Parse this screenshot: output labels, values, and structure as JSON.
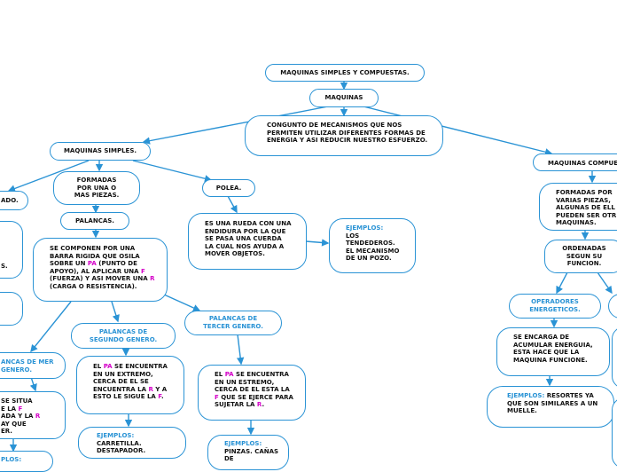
{
  "root": "MAQUINAS SIMPLES Y COMPUESTAS.",
  "maquinas": "MAQUINAS",
  "definicion": "CONGUNTO DE MECANISMOS QUE NOS PERMITEN UTILIZAR DIFERENTES FORMAS DE ENERGIA Y ASI REDUCIR NUESTRO ESFUERZO.",
  "simples": {
    "title": "MAQUINAS SIMPLES.",
    "formadas": "FORMADAS POR UNA O MAS PIEZAS.",
    "palancas": "PALANCAS.",
    "palancas_def": {
      "t1": "SE COMPONEN POR UNA BARRA RIGIDA QUE OSILA SOBRE UN ",
      "pa": "PA",
      "t2": " (PUNTO DE APOYO), AL APLICAR UNA ",
      "f": "F",
      "t3": " (FUERZA) Y ASI MOVER UNA ",
      "r": "R",
      "t4": " (CARGA O RESISTENCIA)."
    },
    "polea": "POLEA.",
    "polea_def": "ES UNA RUEDA CON UNA ENDIDURA POR LA QUE SE PASA UNA CUERDA LA CUAL NOS AYUDA A MOVER OBJETOS.",
    "polea_ej_label": "EJEMPLOS:",
    "polea_ej": "LOS TENDEDEROS. EL MECANISMO DE UN POZO.",
    "plano_partial": "ADO.",
    "s_partial": "S.",
    "primer_genero": "ANCAS DE MER GENERO.",
    "primer_def": {
      "l1": "SE SITUA",
      "l2": "E LA ",
      "f": "F",
      "l3": "ADA Y LA ",
      "r": "R",
      "l4": "AY QUE",
      "l5": "ER."
    },
    "primer_ej_partial": "PLOS:",
    "segundo_genero": "PALANCAS DE SEGUNDO GENERO.",
    "segundo_def": {
      "t1": "EL ",
      "pa": "PA",
      "t2": " SE ENCUENTRA EN UN EXTREMO, CERCA DE EL SE ENCUENTRA LA ",
      "r": "R",
      "t3": " Y A ESTO LE SIGUE LA ",
      "f": "F",
      "t4": "."
    },
    "segundo_ej_label": "EJEMPLOS:",
    "segundo_ej": "CARRETILLA. DESTAPADOR.",
    "tercer_genero": "PALANCAS DE TERCER GENERO.",
    "tercer_def": {
      "t1": "EL ",
      "pa": "PA",
      "t2": " SE ENCUENTRA EN UN ESTREMO, CERCA DE EL ESTA LA ",
      "f": "F",
      "t3": " QUE SE EJERCE PARA SUJETAR LA ",
      "r": "R",
      "t4": "."
    },
    "tercer_ej_label": "EJEMPLOS:",
    "tercer_ej": "PINZAS. CAÑAS DE"
  },
  "compuestas": {
    "title": "MAQUINAS COMPUE",
    "formadas": "FORMADAS POR VARIAS PIEZAS, ALGUNAS DE ELL PUEDEN SER OTR MAQUINAS.",
    "ordenadas": "ORDENADAS SEGUN SU FUNCION.",
    "operadores": "OPERADORES ENERGETICOS.",
    "operadores_def": "SE ENCARGA DE ACUMULAR ENERGUIA, ESTA HACE QUE LA MAQUINA FUNCIONE.",
    "operadores_ej_label": "EJEMPLOS:",
    "operadores_ej": " RESORTES YA QUE SON SIMILARES A UN MUELLE."
  },
  "colors": {
    "line": "#2a93d5",
    "accent": "#2a93d5",
    "pink": "#d400c8"
  }
}
